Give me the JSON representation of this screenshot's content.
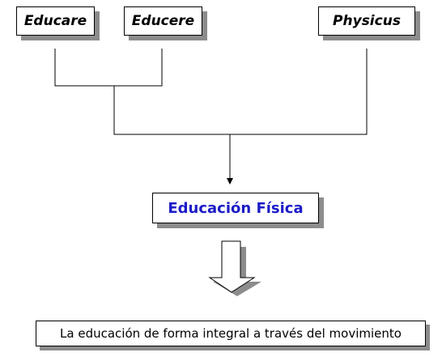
{
  "roots": {
    "educare": "Educare",
    "educere": "Educere",
    "physicus": "Physicus"
  },
  "result": "Educación Física",
  "definition": "La educación de forma integral a través del movimiento",
  "colors": {
    "result_text": "#1c1cc8",
    "shadow": "#8c8c8c",
    "border": "#000000"
  }
}
